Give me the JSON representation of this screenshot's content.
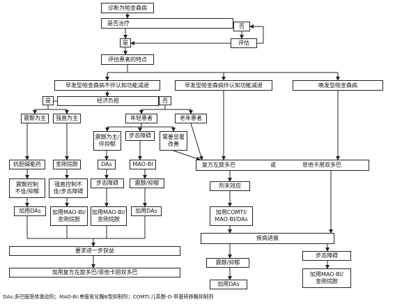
{
  "nodes": {
    "diagnosis": "诊断为帕金森病",
    "treat_q": "是否治疗",
    "no_treat": "否",
    "evaluate": "评估",
    "yes_treat": "是",
    "assess": "评估患者的特点",
    "early_nocog": "早发型帕金森病不伴认知功能减退",
    "early_cog": "早发型帕金森病伴认知功能减退",
    "late": "晚发型帕金森病",
    "econ_yes": "是",
    "econ": "经济负担",
    "econ_no": "否",
    "tremor_main": "震颤为主",
    "rigid_main": "强直为主",
    "young": "年轻患者",
    "old": "老年患者",
    "tremor_dep": "震颤为主/\n伴抑郁",
    "gait": "步态障碍",
    "improve": "需要显著\n改善",
    "anticholinergic": "抗胆碱能药",
    "amantadine": "金刚烷胺",
    "das": "DAs",
    "maob": "MAO-BI",
    "levodopa": "复方左旋多巴",
    "or": "或",
    "entacapone": "恩他卡朋双多巴",
    "tremor_poor": "震颤控制\n不佳/抑郁",
    "rigid_poor": "强直控制不\n佳/步态障碍",
    "gait2": "步态障碍",
    "tremor_dep2": "震颤/抑郁",
    "wearing_off": "剂末效应",
    "add_das": "加用DAs",
    "add_maob_amant": "加用MAO-BI/\n金刚烷胺",
    "add_maob_amant2": "加用MAO-BI/\n金刚烷胺",
    "add_das2": "加用DAs",
    "add_comt": "加用COMTI/\nMAO-BI/DAs",
    "progress": "疾病进展",
    "further": "要求进一步获益",
    "add_levodopa": "加用复方左旋多巴/恩他卡朋双多巴",
    "tremor_dep3": "震颤/抑郁",
    "gait3": "步态障碍",
    "add_das3": "加用DAs",
    "add_maob_amant3": "加用MAO-BI/\n金刚烷胺"
  },
  "footnote": "DAs:多巴胺受体激动剂；MAO-BI:单胺氧化酶B型抑制剂；COMTI:儿茶酚-O-甲基转移酶抑制剂"
}
